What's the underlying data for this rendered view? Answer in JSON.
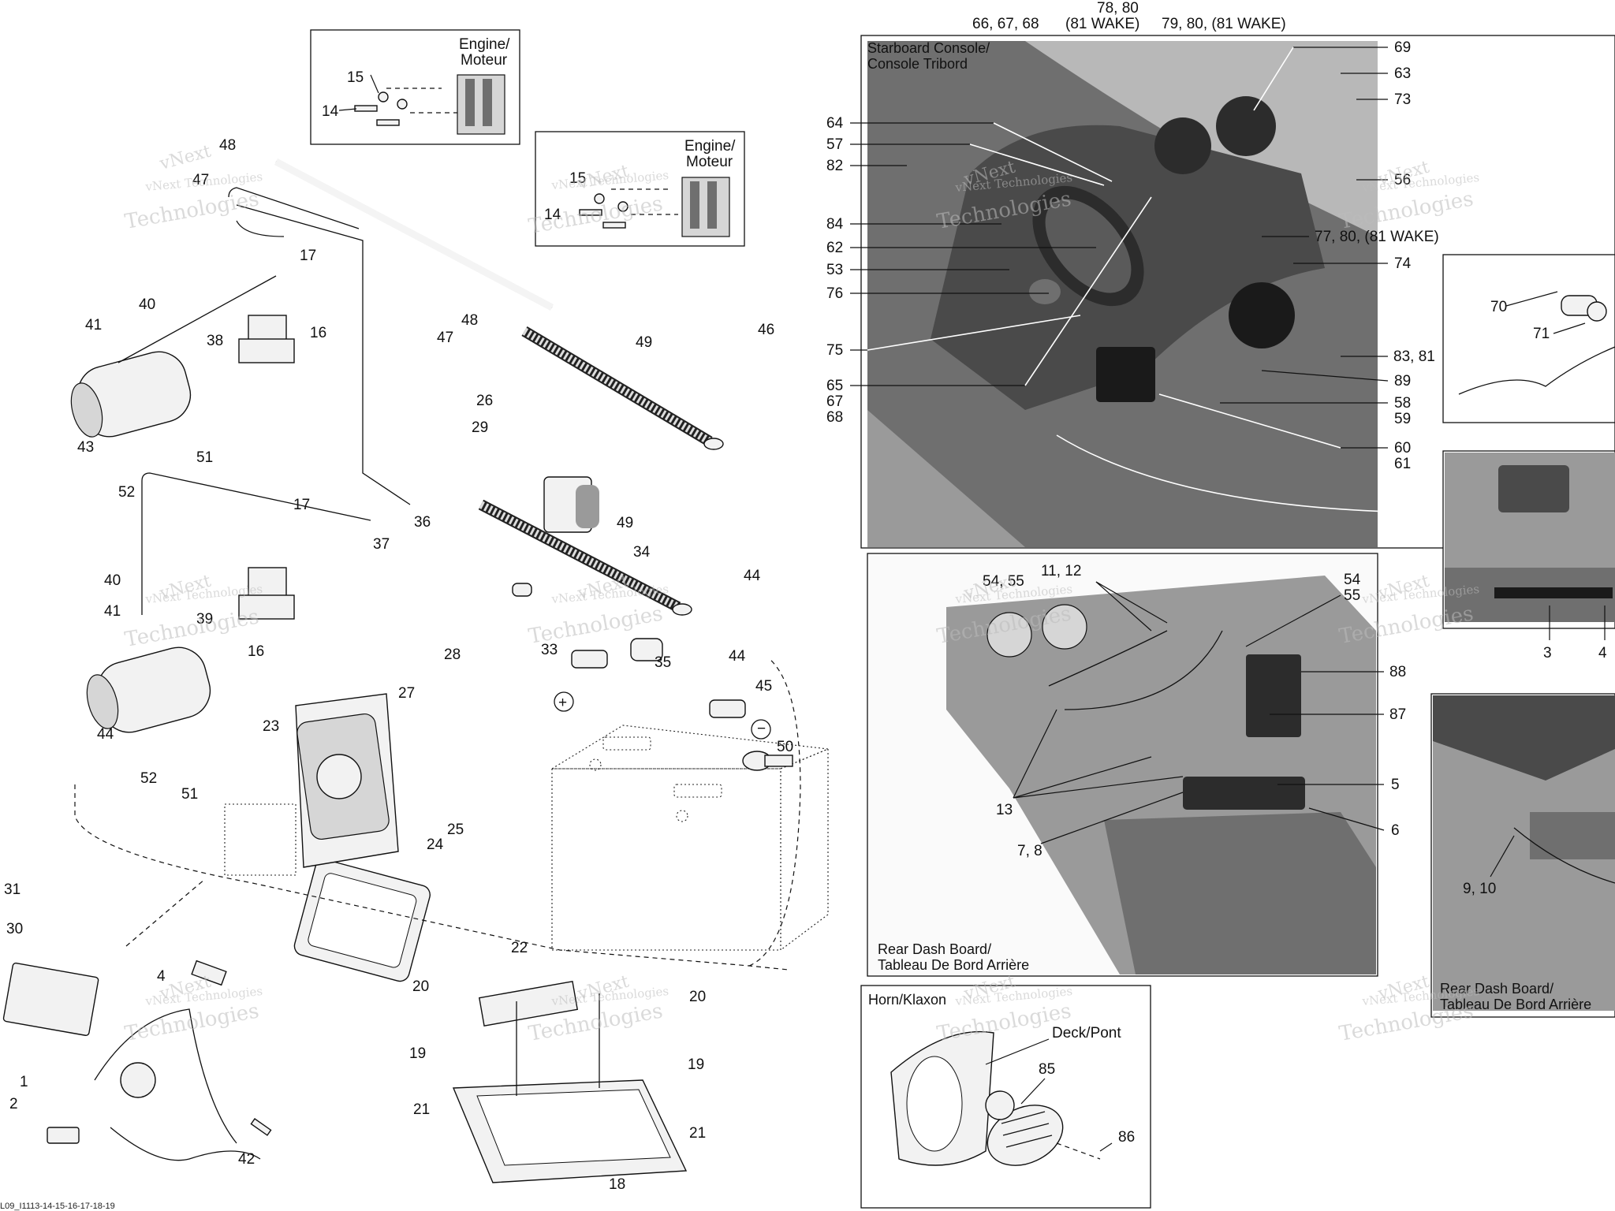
{
  "diagram_code": "L09_I1113-14-15-16-17-18-19",
  "watermark": "vNext Technologies",
  "watermark_line1": "vNext",
  "watermark_line2": "Technologies",
  "inset_engine_1": {
    "title_line1": "Engine/",
    "title_line2": "Moteur",
    "callouts": [
      "15",
      "14"
    ]
  },
  "inset_engine_2": {
    "title_line1": "Engine/",
    "title_line2": "Moteur",
    "callouts": [
      "15",
      "14"
    ]
  },
  "left_callouts": [
    "48",
    "47",
    "17",
    "40",
    "41",
    "38",
    "16",
    "43",
    "51",
    "52",
    "48",
    "47",
    "49",
    "46",
    "26",
    "29",
    "36",
    "37",
    "17",
    "49",
    "34",
    "40",
    "41",
    "39",
    "16",
    "44",
    "44",
    "28",
    "33",
    "35",
    "27",
    "45",
    "23",
    "50",
    "44",
    "52",
    "51",
    "25",
    "24",
    "31",
    "30",
    "4",
    "22",
    "20",
    "20",
    "19",
    "19",
    "21",
    "21",
    "1",
    "2",
    "42",
    "18"
  ],
  "starboard_panel": {
    "title_line1": "Starboard Console/",
    "title_line2": "Console Tribord",
    "callouts": {
      "top_a": "66, 67, 68",
      "top_b1": "78, 80",
      "top_b2": "(81 WAKE)",
      "top_c": "79, 80, (81 WAKE)",
      "c69": "69",
      "c63": "63",
      "c73": "73",
      "c56": "56",
      "c77": "77, 80, (81 WAKE)",
      "c74": "74",
      "c64": "64",
      "c57": "57",
      "c82": "82",
      "c84": "84",
      "c62": "62",
      "c53": "53",
      "c76": "76",
      "c75": "75",
      "c65": "65",
      "c67": "67",
      "c68": "68",
      "c8381": "83, 81",
      "c89": "89",
      "c58": "58",
      "c59": "59",
      "c60": "60",
      "c61": "61"
    }
  },
  "rear_dash_panel": {
    "title_line1": "Rear Dash Board/",
    "title_line2": "Tableau De Bord Arrière",
    "callouts": {
      "c5455a": "54, 55",
      "c1112": "11, 12",
      "c54": "54",
      "c55": "55",
      "c88": "88",
      "c87": "87",
      "c13": "13",
      "c5": "5",
      "c6": "6",
      "c78": "7, 8"
    }
  },
  "horn_panel": {
    "title": "Horn/Klaxon",
    "deck": "Deck/Pont",
    "callouts": {
      "c85": "85",
      "c86": "86"
    }
  },
  "right_insets": {
    "c70": "70",
    "c71": "71",
    "c3": "3",
    "c4": "4",
    "c910": "9, 10",
    "title_line1": "Rear Dash Board/",
    "title_line2": "Tableau De Bord Arrière"
  }
}
